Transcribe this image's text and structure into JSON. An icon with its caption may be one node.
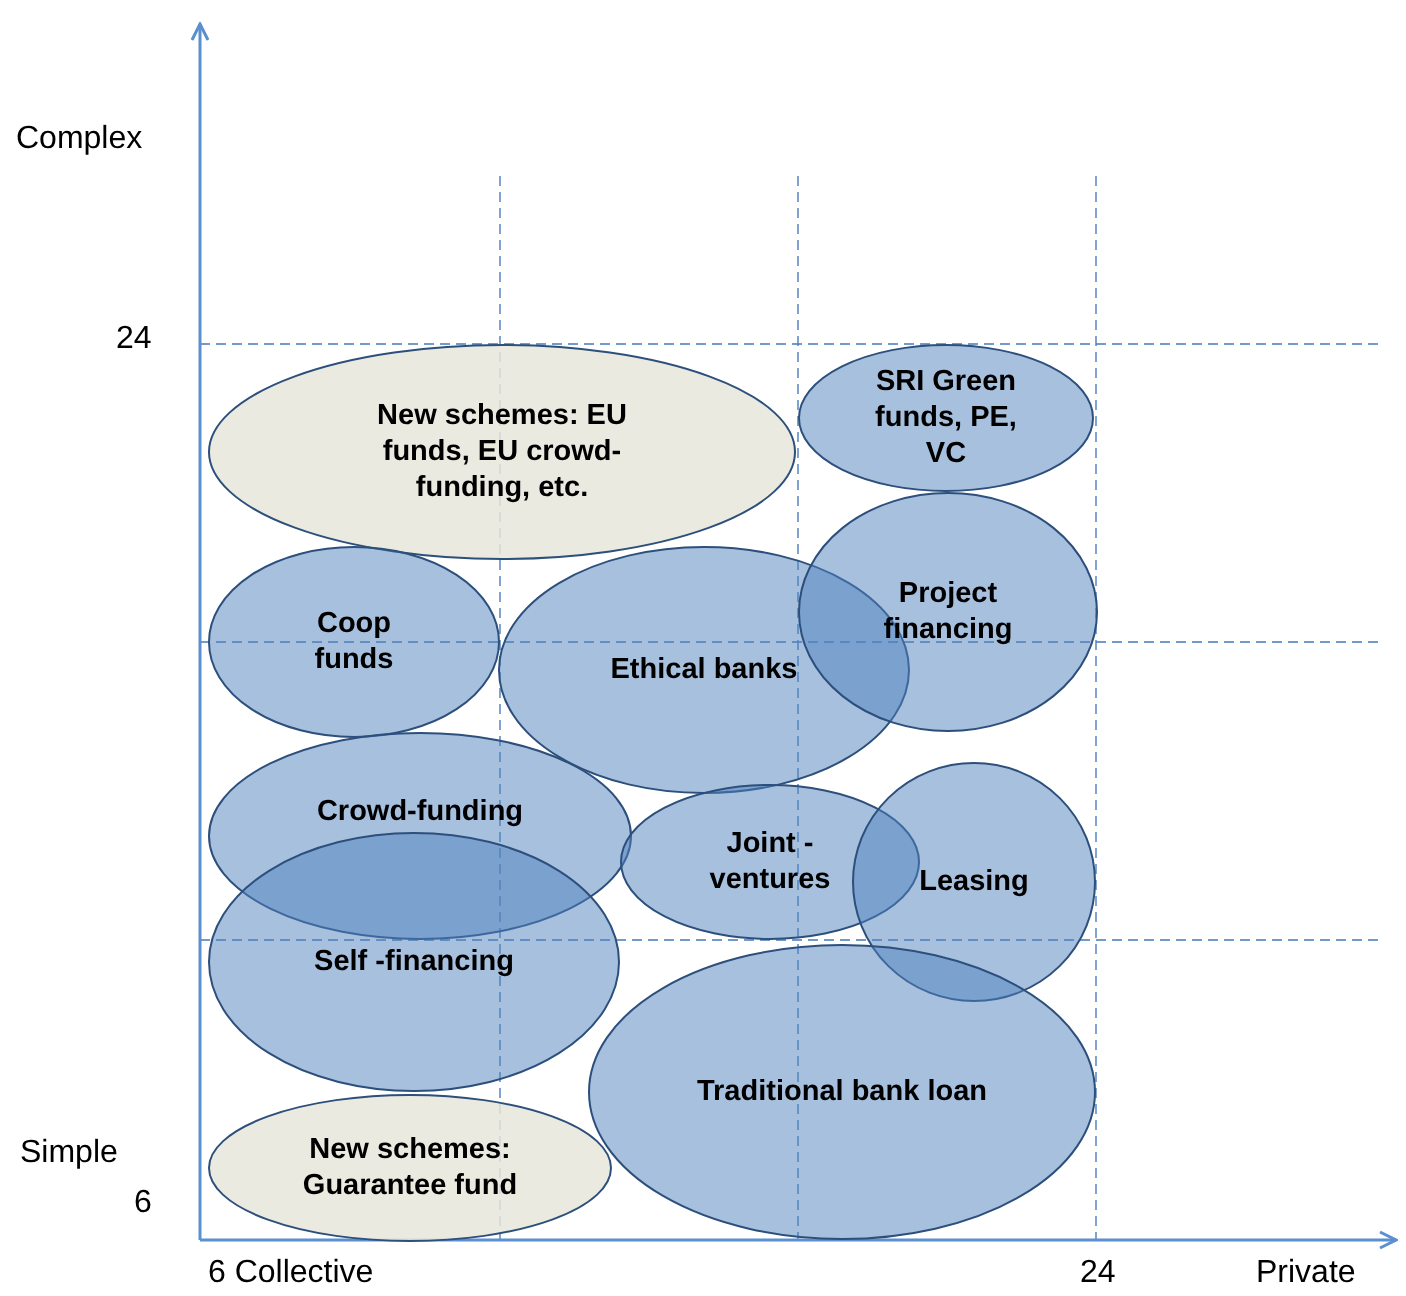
{
  "diagram": {
    "nodes": [
      {
        "text": [
          "New schemes: EU funds, EU crowd-funding, etc."
        ]
      },
      {
        "text": [
          "SRI Green funds, PE, VC"
        ]
      },
      {
        "text": [
          "Coop funds"
        ]
      },
      {
        "text": [
          "Ethical banks"
        ]
      },
      {
        "text": [
          "Project financing"
        ]
      },
      {
        "text": [
          "Crowd-funding"
        ]
      },
      {
        "text": [
          "Joint -ventures"
        ]
      },
      {
        "text": [
          "Leasing"
        ]
      },
      {
        "text": [
          "Self -financing"
        ]
      },
      {
        "text": [
          "Traditional bank loan"
        ]
      },
      {
        "text": [
          "New schemes: Guarantee fund"
        ]
      }
    ],
    "labels": [
      "Complex",
      "24",
      "Simple",
      "6",
      "6 Collective",
      "24",
      "Private"
    ]
  }
}
